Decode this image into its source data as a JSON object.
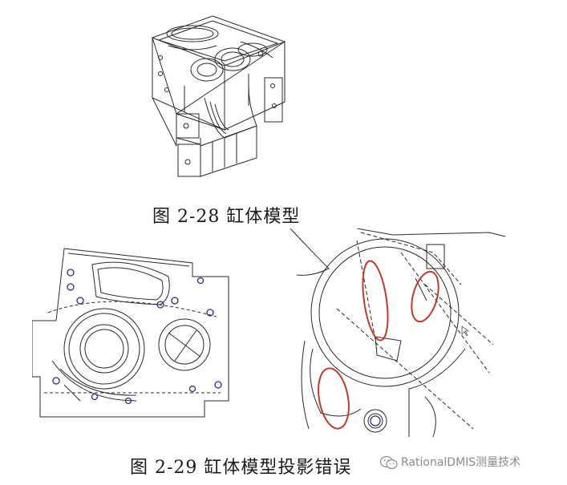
{
  "figures": [
    {
      "caption": "图 2-28  缸体模型"
    },
    {
      "caption": "图 2-29  缸体模型投影错误"
    }
  ],
  "watermark": {
    "text": "RationalDMIS测量技术",
    "icon": "wechat-icon"
  },
  "colors": {
    "line": "#2a2a2a",
    "highlight": "#c0392b",
    "hole": "#2b2b8a"
  }
}
